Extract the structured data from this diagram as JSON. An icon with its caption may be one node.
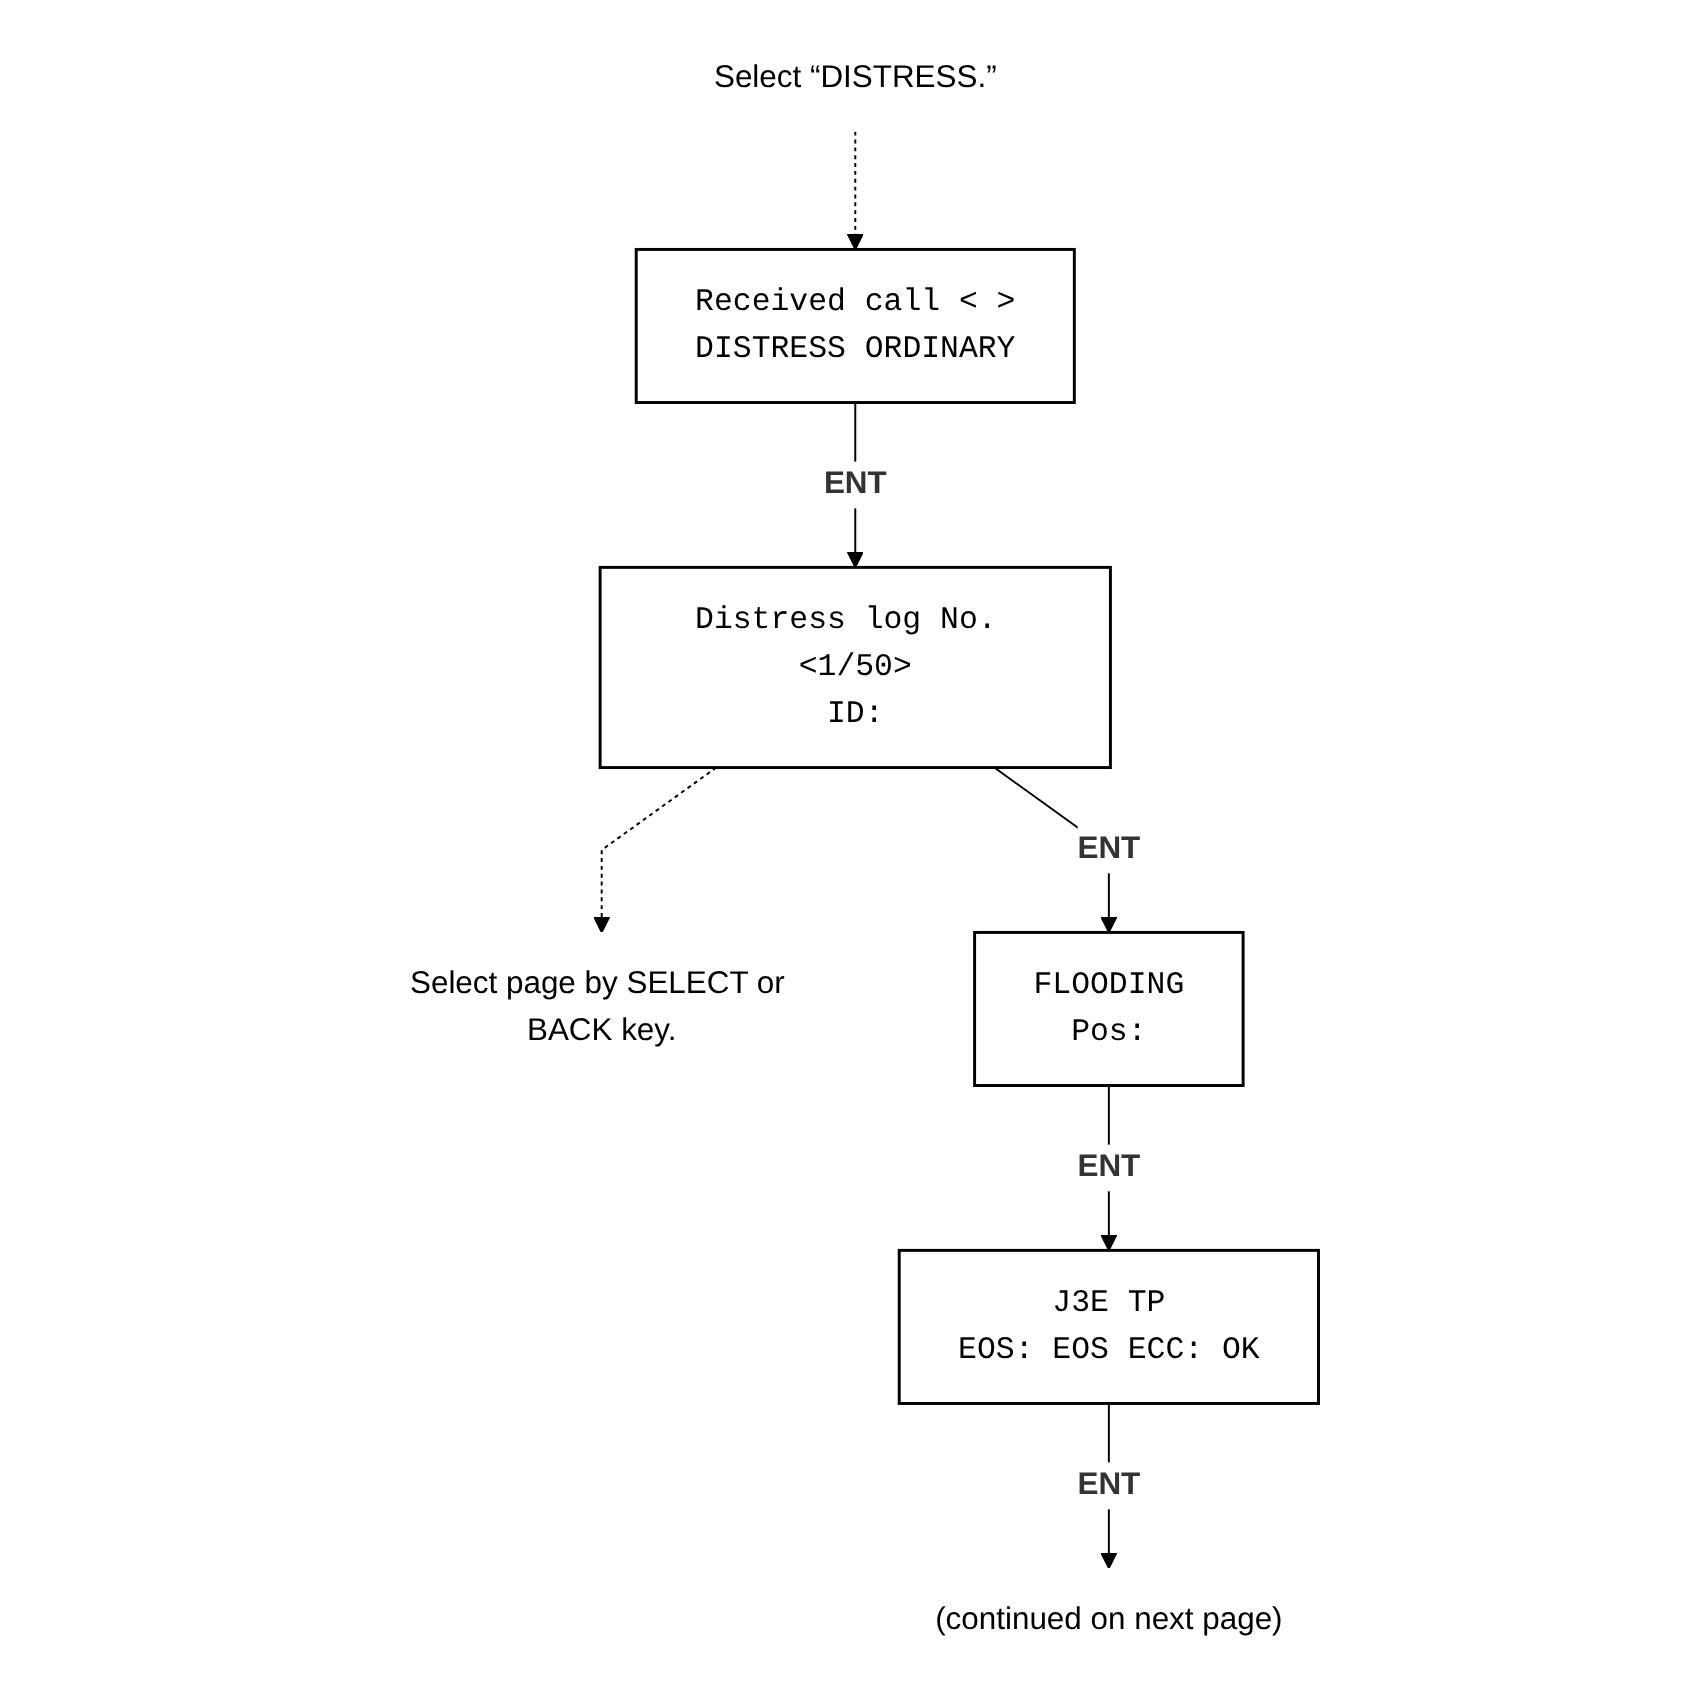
{
  "diagram": {
    "nodes": [
      {
        "text": [
          "Received call < >",
          "DISTRESS ORDINARY"
        ]
      },
      {
        "text": [
          "Select “DISTRESS.”"
        ]
      },
      {
        "text": [
          "Distress log No. <1/50>",
          "ID:"
        ]
      },
      {
        "text": [
          "Select page by SELECT or BACK key."
        ]
      },
      {
        "text": [
          "FLOODING",
          "Pos:"
        ]
      },
      {
        "text": [
          "J3E TP",
          "EOS: EOS ECC: OK"
        ]
      },
      {
        "text": [
          "(continued on next page)"
        ]
      }
    ],
    "edges": [
      {
        "from": 0,
        "to": 2,
        "arrow": "to",
        "label": "ENT"
      },
      {
        "from": 1,
        "to": 0,
        "arrow": "to",
        "style": "dashed"
      },
      {
        "from": 2,
        "to": 3,
        "arrow": "to",
        "style": "dashed"
      },
      {
        "from": 2,
        "to": 4,
        "arrow": "to",
        "label": "ENT"
      },
      {
        "from": 4,
        "to": 5,
        "arrow": "to",
        "label": "ENT"
      },
      {
        "from": 5,
        "to": 6,
        "arrow": "to",
        "label": "ENT"
      }
    ]
  }
}
